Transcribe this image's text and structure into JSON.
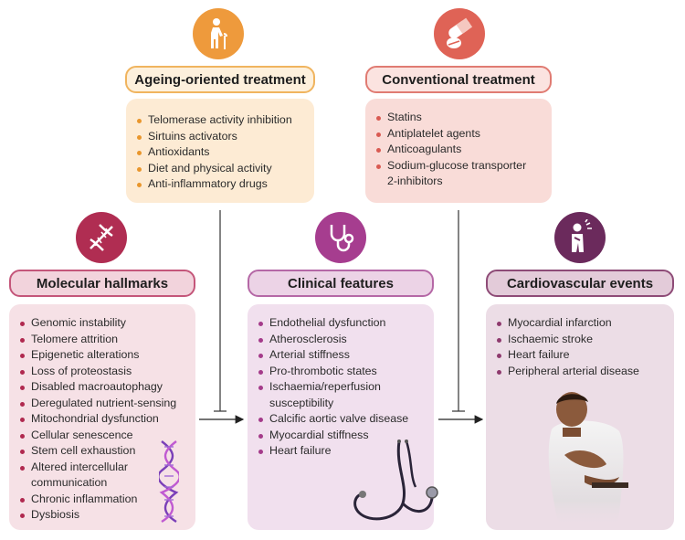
{
  "ageing": {
    "title": "Ageing-oriented treatment",
    "icon": "elderly-person-icon",
    "items": [
      "Telomerase activity inhibition",
      "Sirtuins activators",
      "Antioxidants",
      "Diet and physical activity",
      "Anti-inflammatory drugs"
    ]
  },
  "conventional": {
    "title": "Conventional treatment",
    "icon": "pills-icon",
    "items": [
      "Statins",
      "Antiplatelet agents",
      "Anticoagulants",
      "Sodium-glucose transporter",
      "2-inhibitors"
    ]
  },
  "molecular": {
    "title": "Molecular hallmarks",
    "icon": "dna-icon",
    "items": [
      "Genomic instability",
      "Telomere attrition",
      "Epigenetic alterations",
      "Loss of proteostasis",
      "Disabled macroautophagy",
      "Deregulated nutrient-sensing",
      "Mitochondrial dysfunction",
      "Cellular senescence",
      "Stem cell exhaustion",
      "Altered intercellular",
      "communication",
      "Chronic inflammation",
      "Dysbiosis"
    ]
  },
  "clinical": {
    "title": "Clinical features",
    "icon": "stethoscope-icon",
    "items": [
      "Endothelial dysfunction",
      "Atherosclerosis",
      "Arterial stiffness",
      "Pro-thrombotic states",
      "Ischaemia/reperfusion",
      "susceptibility",
      "Calcific aortic valve disease",
      "Myocardial stiffness",
      "Heart failure"
    ]
  },
  "cardio": {
    "title": "Cardiovascular events",
    "icon": "chest-pain-person-icon",
    "items": [
      "Myocardial infarction",
      "Ischaemic stroke",
      "Heart failure",
      "Peripheral arterial disease"
    ]
  },
  "colors": {
    "orange": "#e9962c",
    "red": "#d95a52",
    "crimson": "#b0294f",
    "purple": "#a43b8a",
    "plum": "#6b2a5c"
  }
}
